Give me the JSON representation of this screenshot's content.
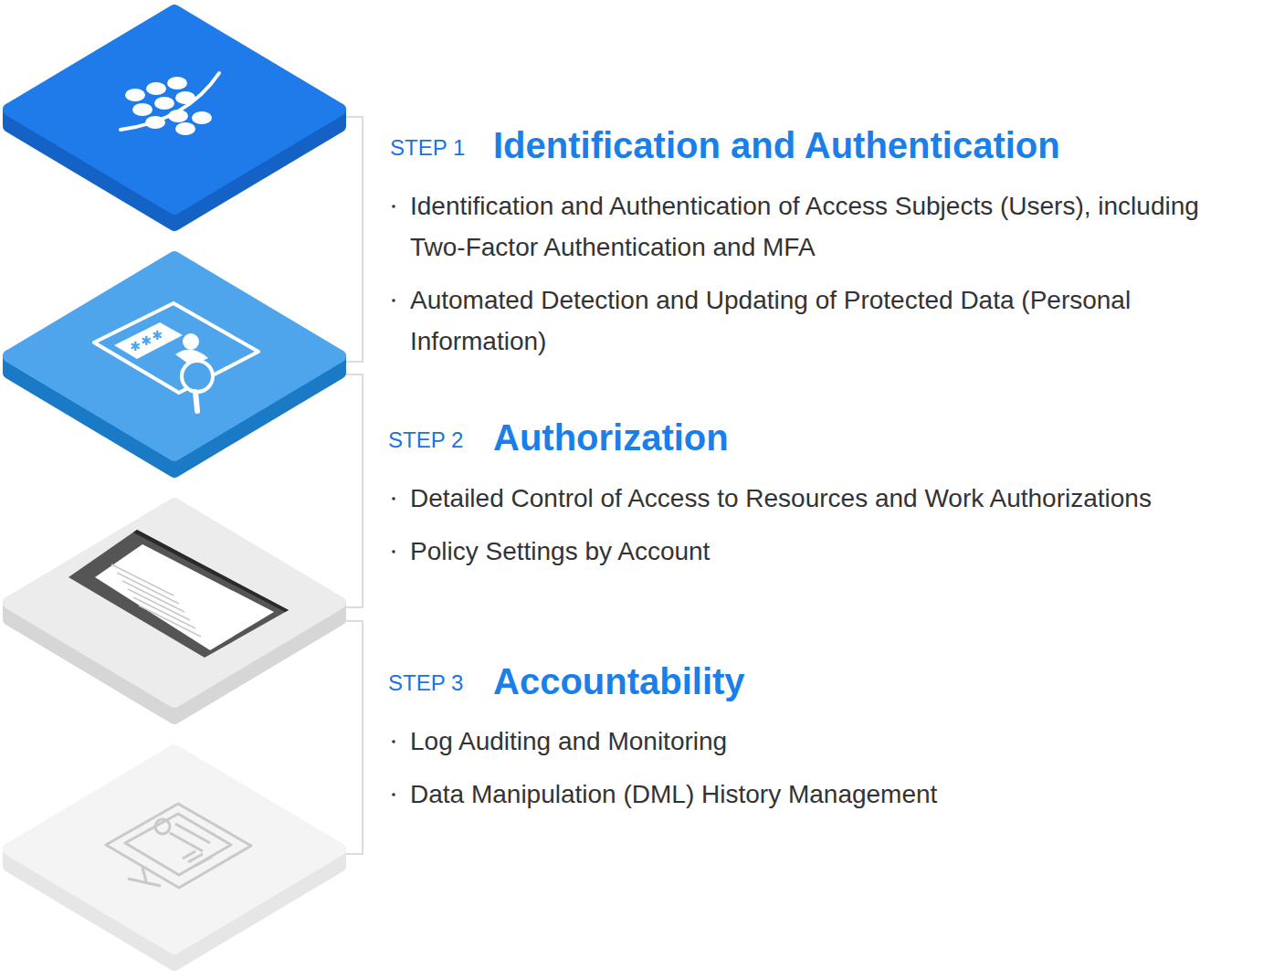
{
  "diagram": {
    "labels": [
      "STEP 1",
      "Identification and Authentication",
      "Identification and Authentication of Access Subjects (Users), including Two-Factor Authentication and MFA",
      "Automated Detection and Updating of Protected Data (Personal Information)",
      "STEP 2",
      "Authorization",
      "Detailed Control of Access to Resources and Work Authorizations",
      "Policy Settings by Account",
      "STEP 3",
      "Accountability",
      "Log Auditing and Monitoring",
      "Data Manipulation (DML) History Management"
    ]
  }
}
